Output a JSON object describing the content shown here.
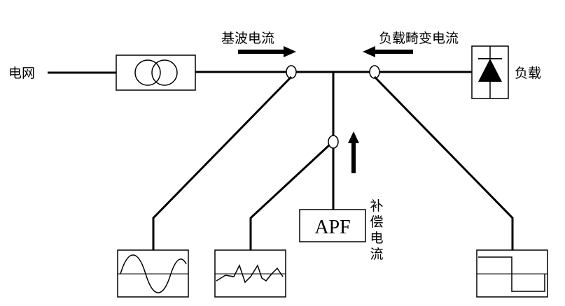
{
  "labels": {
    "grid": "电网",
    "fundamental_current": "基波电流",
    "distorted_current": "负载畸变电流",
    "load": "负载",
    "compensation_current": "补偿电流"
  },
  "apf": {
    "text": "APF"
  },
  "colors": {
    "stroke": "#000000",
    "background": "#ffffff"
  }
}
